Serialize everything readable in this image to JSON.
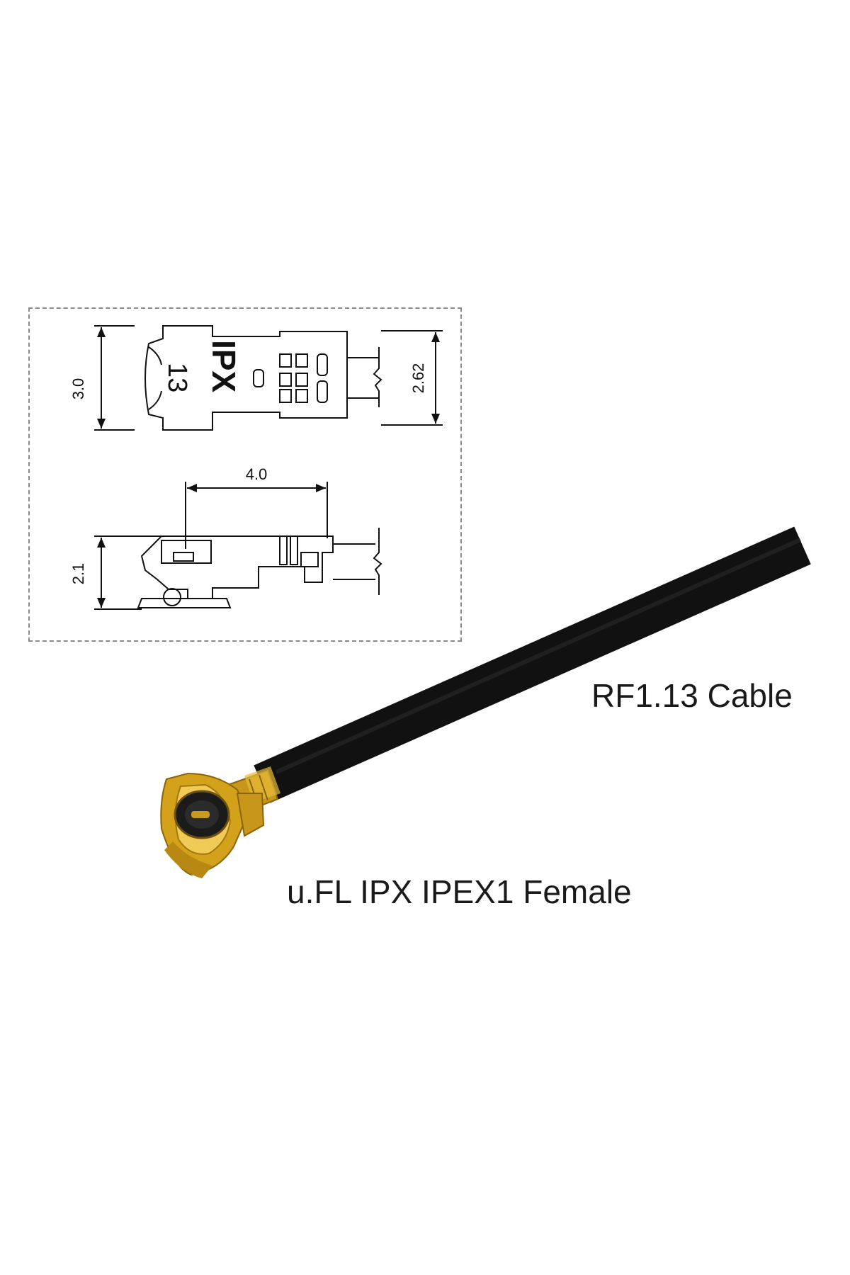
{
  "drawing": {
    "dimensions": {
      "top_height": "3.0",
      "cable_height": "2.62",
      "length": "4.0",
      "side_height": "2.1"
    },
    "top_marking": "IPX",
    "top_code": "13"
  },
  "labels": {
    "cable": "RF1.13 Cable",
    "connector": "u.FL IPX IPEX1 Female"
  },
  "colors": {
    "cable": "#111111",
    "gold": "#d4a21a",
    "dashed_border": "#8a8a8a"
  }
}
